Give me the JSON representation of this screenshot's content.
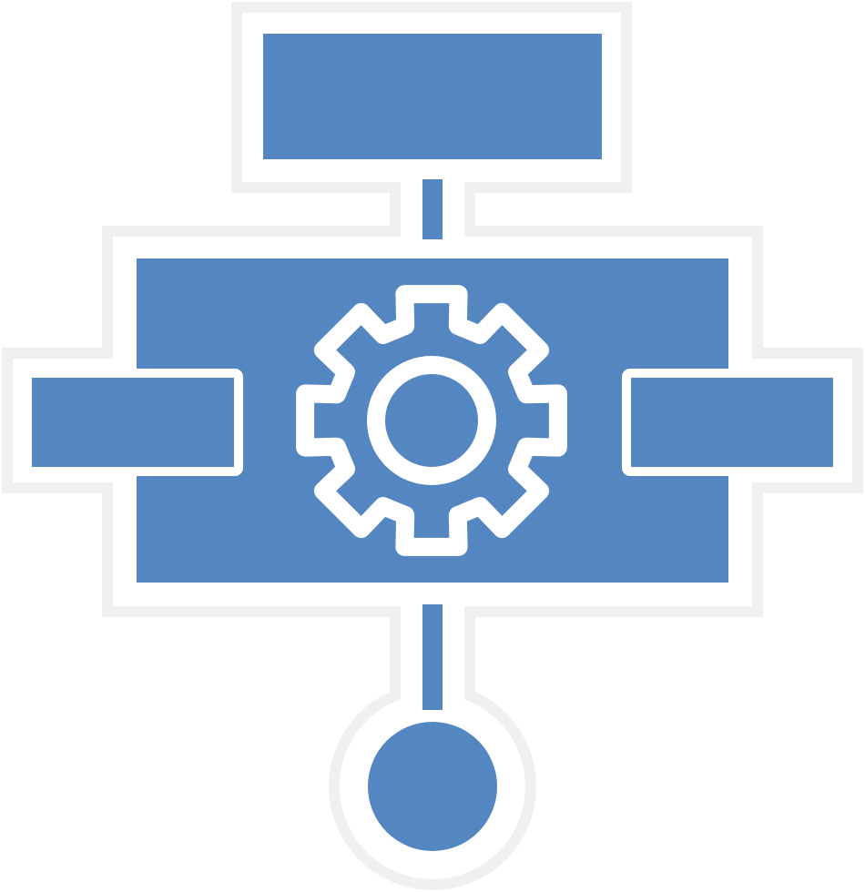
{
  "icon": {
    "name": "workflow-process-icon",
    "description_parts": [
      "top-node",
      "process-node",
      "gear",
      "left-node",
      "right-node",
      "end-node",
      "connectors"
    ]
  },
  "colors": {
    "fill": "#5486c2",
    "outline_stroke": "#ffffff",
    "sticker_border": "#f0f0f0",
    "background": "#ffffff"
  }
}
